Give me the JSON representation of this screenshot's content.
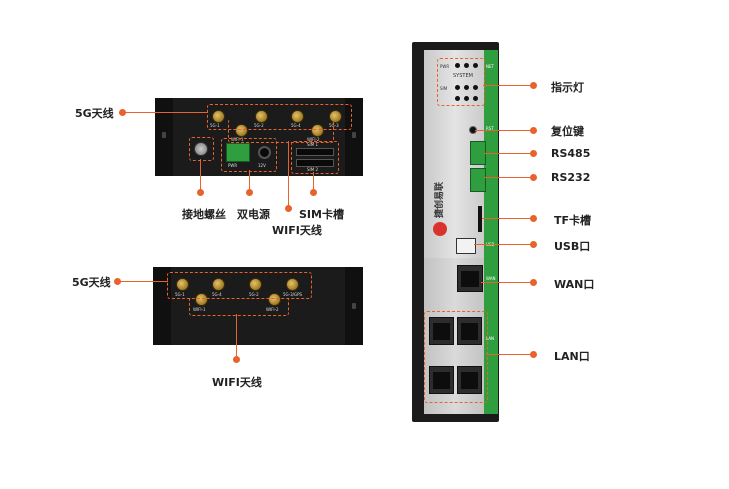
{
  "top_unit": {
    "labels": {
      "antenna_5g": "5G天线",
      "grounding_screw": "接地螺丝",
      "dual_power": "双电源",
      "sim_slot": "SIM卡槽",
      "wifi_antenna": "WIFI天线"
    },
    "connector_texts": [
      "5G-1",
      "5G-2",
      "5G-4",
      "5G-3",
      "WIFI-1",
      "WIFI-2",
      "PWR",
      "12V",
      "SIM 1",
      "SIM 2"
    ]
  },
  "bottom_unit": {
    "labels": {
      "antenna_5g": "5G天线",
      "wifi_antenna": "WIFI天线"
    },
    "connector_texts": [
      "5G-1",
      "5G-4",
      "5G-2",
      "5G-3/GPS",
      "WIFI-1",
      "WIFI-2"
    ]
  },
  "front_panel": {
    "brand": "捷创易联",
    "panel_texts": {
      "pwr": "PWR",
      "net": "NET",
      "system": "SYSTEM",
      "sim": "SIM",
      "rst": "RST",
      "usb": "USB",
      "wan": "WAN",
      "lan": "LAN"
    },
    "labels": {
      "indicator": "指示灯",
      "reset_key": "复位键",
      "rs485": "RS485",
      "rs232": "RS232",
      "tf_slot": "TF卡槽",
      "usb_port": "USB口",
      "wan_port": "WAN口",
      "lan_port": "LAN口"
    }
  },
  "colors": {
    "accent": "#e8622c",
    "device_body": "#1b1b1b",
    "panel_silver": "#d6d6d6",
    "terminal_green": "#2e9e3e"
  }
}
